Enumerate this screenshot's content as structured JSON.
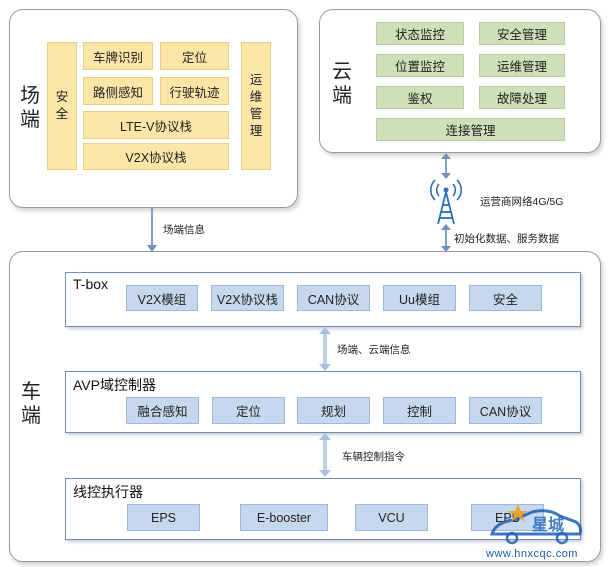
{
  "field_side": {
    "label": "场端",
    "safety": "安全",
    "ops": "运维管理",
    "items": [
      "车牌识别",
      "定位",
      "路侧感知",
      "行驶轨迹"
    ],
    "lte_stack": "LTE-V协议栈",
    "v2x_stack": "V2X协议栈"
  },
  "cloud_side": {
    "label": "云端",
    "items": [
      "状态监控",
      "安全管理",
      "位置监控",
      "运维管理",
      "鉴权",
      "故障处理"
    ],
    "connection": "连接管理"
  },
  "links": {
    "network": "运营商网络4G/5G",
    "field_info": "场端信息",
    "init_data": "初始化数据、服务数据",
    "field_cloud_info": "场端、云端信息",
    "vehicle_ctrl": "车辆控制指令"
  },
  "vehicle_side": {
    "label": "车端",
    "tbox": {
      "title": "T-box",
      "items": [
        "V2X模组",
        "V2X协议栈",
        "CAN协议",
        "Uu模组",
        "安全"
      ]
    },
    "avp": {
      "title": "AVP域控制器",
      "items": [
        "融合感知",
        "定位",
        "规划",
        "控制",
        "CAN协议"
      ]
    },
    "actuator": {
      "title": "线控执行器",
      "items": [
        "EPS",
        "E-booster",
        "VCU",
        "EPB"
      ]
    }
  },
  "watermark": {
    "text": "www.hnxcqc.com",
    "logo_text": "星城",
    "logo_color": "#1a5fb4"
  },
  "icons": {
    "antenna": "antenna-tower-icon"
  }
}
